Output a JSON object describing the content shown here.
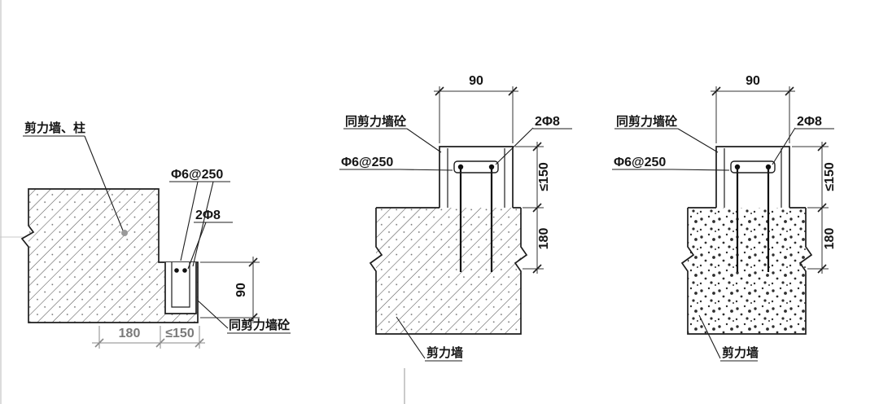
{
  "colors": {
    "background": "#ffffff",
    "ink": "#1d1d1d",
    "dim_gray": "#7a7a7a"
  },
  "details": {
    "left": {
      "labels": {
        "wall_column": "剪力墙、柱",
        "tie_spacing": "Φ6@250",
        "dowels": "2Φ8",
        "concrete_note": "同剪力墙砼"
      },
      "dimensions": {
        "depth": "90",
        "width_a": "180",
        "width_b": "≤150"
      }
    },
    "middle": {
      "labels": {
        "concrete_note": "同剪力墙砼",
        "tie_spacing": "Φ6@250",
        "dowels": "2Φ8",
        "wall": "剪力墙"
      },
      "dimensions": {
        "top_width": "90",
        "stub_height": "≤150",
        "embed_depth": "180"
      }
    },
    "right": {
      "labels": {
        "concrete_note": "同剪力墙砼",
        "tie_spacing": "Φ6@250",
        "dowels": "2Φ8",
        "wall": "剪力墙"
      },
      "dimensions": {
        "top_width": "90",
        "stub_height": "≤150",
        "embed_depth": "180"
      }
    }
  }
}
